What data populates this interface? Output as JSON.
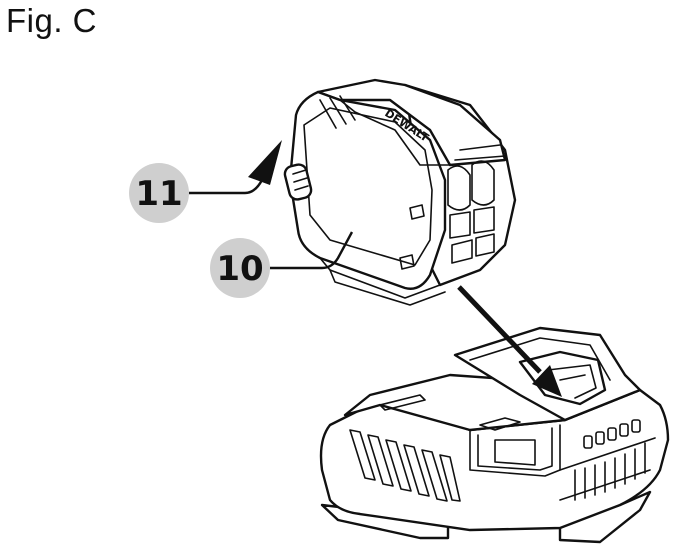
{
  "figure": {
    "title": "Fig. C"
  },
  "callouts": [
    {
      "number": "11"
    },
    {
      "number": "10"
    }
  ],
  "battery": {
    "brand_text": "DEWALT"
  }
}
